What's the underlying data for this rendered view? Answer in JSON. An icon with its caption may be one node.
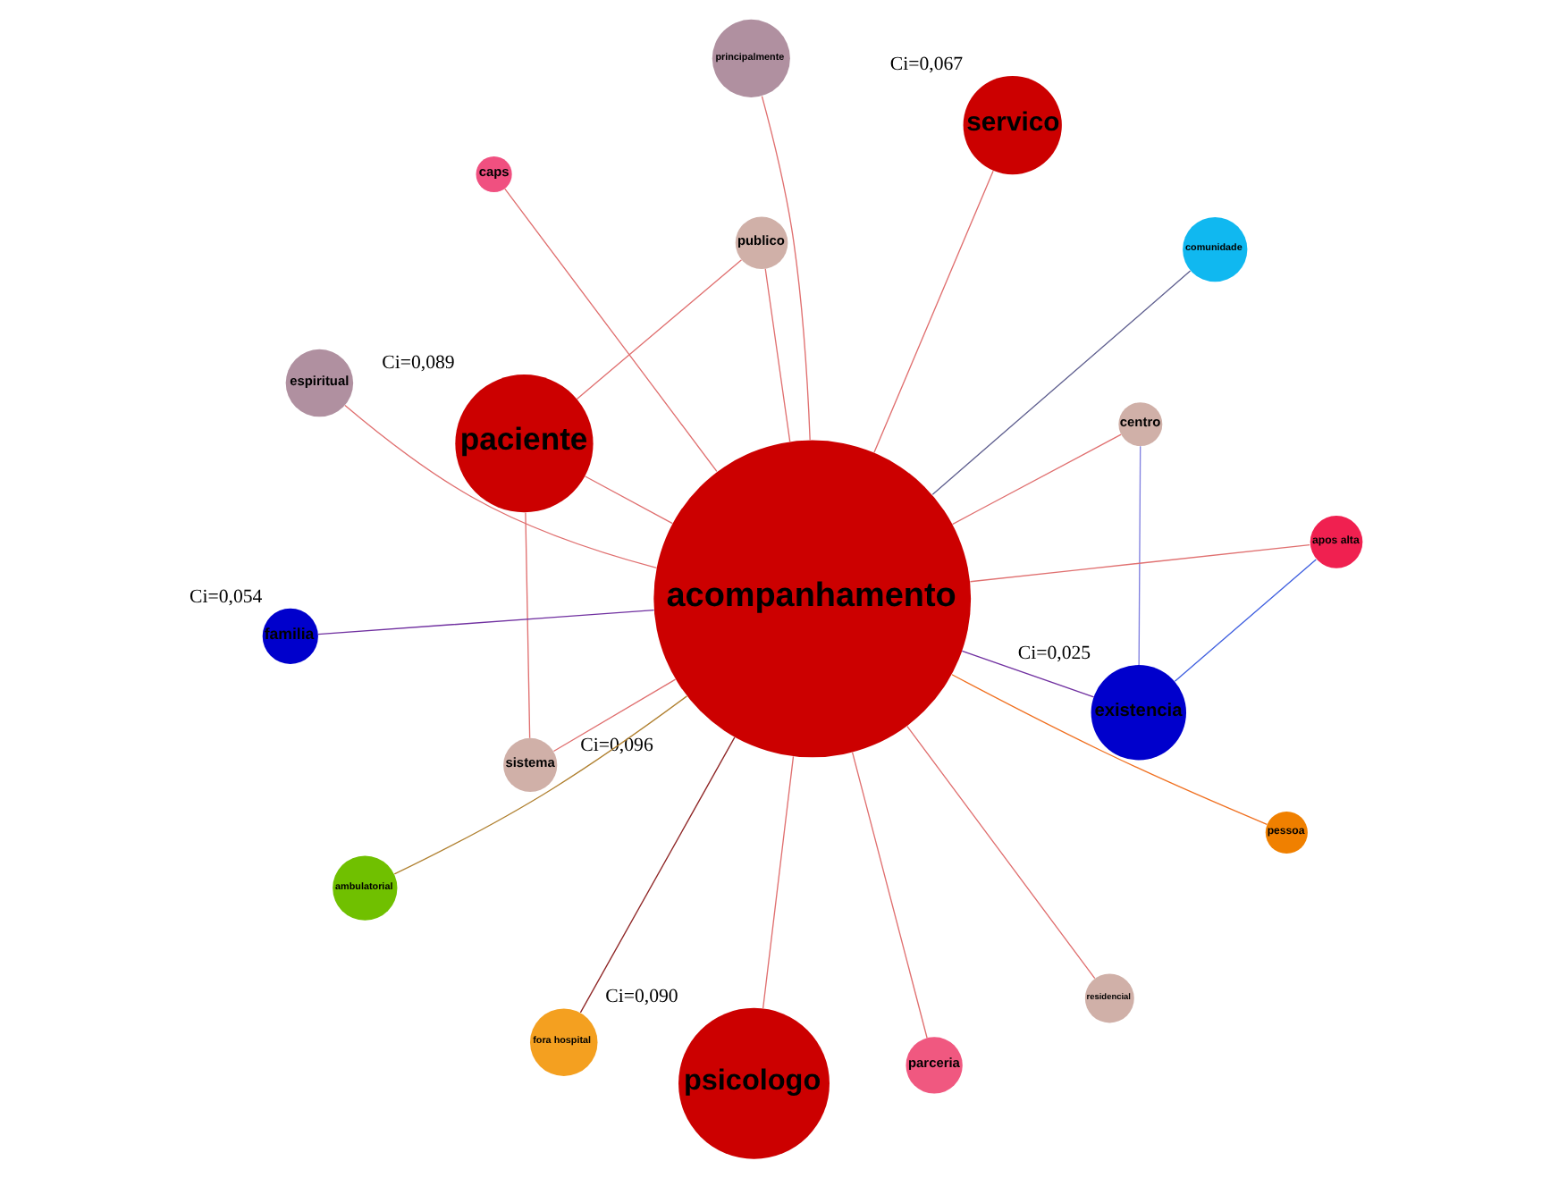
{
  "diagram": {
    "nodes": [
      {
        "text": [
          "paciente"
        ],
        "beside": [
          "Ci=0,089"
        ]
      },
      {
        "text": [
          "servico"
        ],
        "beside": [
          "Ci=0,067"
        ]
      },
      {
        "text": [
          "existencia"
        ],
        "beside": [
          "Ci=0,025"
        ]
      },
      {
        "text": [
          "centro"
        ]
      },
      {
        "text": [
          "apos alta"
        ]
      },
      {
        "text": [
          "caps"
        ]
      },
      {
        "text": [
          "fora hospital"
        ]
      },
      {
        "text": [
          "pessoa"
        ]
      },
      {
        "text": [
          "ambulatorial"
        ]
      },
      {
        "text": [
          "parceria"
        ]
      },
      {
        "text": [
          "psicologo"
        ],
        "beside": [
          "Ci=0,090"
        ]
      },
      {
        "text": [
          "familia"
        ],
        "beside": [
          "Ci=0,054"
        ]
      },
      {
        "text": [
          "comunidade"
        ]
      },
      {
        "text": [
          "acompanhamento"
        ],
        "beside": [
          "Ci=0,096"
        ]
      },
      {
        "text": [
          "publico"
        ]
      },
      {
        "text": [
          "sistema"
        ]
      },
      {
        "text": [
          "residencial"
        ]
      },
      {
        "text": [
          "principalmente"
        ]
      },
      {
        "text": [
          "espiritual"
        ]
      }
    ],
    "edges": [
      {
        "from": 13,
        "to": 0,
        "arrow": "none"
      },
      {
        "from": 13,
        "to": 1,
        "arrow": "none"
      },
      {
        "from": 13,
        "to": 2,
        "arrow": "none",
        "color": "#7030a0"
      },
      {
        "from": 13,
        "to": 3,
        "arrow": "none"
      },
      {
        "from": 13,
        "to": 4,
        "arrow": "none"
      },
      {
        "from": 13,
        "to": 5,
        "arrow": "none"
      },
      {
        "from": 13,
        "to": 6,
        "arrow": "none",
        "color": "#902828"
      },
      {
        "from": 13,
        "to": 7,
        "arrow": "none",
        "color": "#f07020"
      },
      {
        "from": 13,
        "to": 8,
        "arrow": "none",
        "color": "#b08030"
      },
      {
        "from": 13,
        "to": 9,
        "arrow": "none"
      },
      {
        "from": 13,
        "to": 10,
        "arrow": "none"
      },
      {
        "from": 13,
        "to": 11,
        "arrow": "none",
        "color": "#7030a0"
      },
      {
        "from": 13,
        "to": 12,
        "arrow": "none",
        "color": "#606090"
      },
      {
        "from": 13,
        "to": 14,
        "arrow": "none"
      },
      {
        "from": 13,
        "to": 15,
        "arrow": "none"
      },
      {
        "from": 13,
        "to": 16,
        "arrow": "none"
      },
      {
        "from": 13,
        "to": 17,
        "arrow": "none"
      },
      {
        "from": 13,
        "to": 18,
        "arrow": "none"
      },
      {
        "from": 2,
        "to": 3,
        "arrow": "none",
        "color": "#8080e0"
      },
      {
        "from": 2,
        "to": 4,
        "arrow": "none",
        "color": "#4060e0"
      },
      {
        "from": 0,
        "to": 14,
        "arrow": "none"
      },
      {
        "from": 0,
        "to": 15,
        "arrow": "none"
      }
    ]
  }
}
